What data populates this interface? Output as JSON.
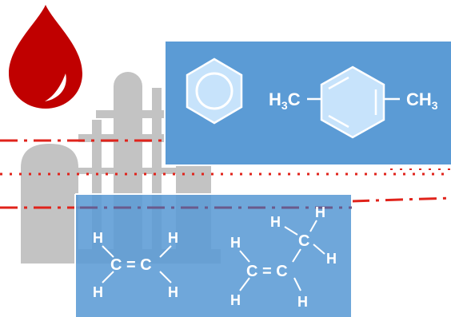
{
  "colors": {
    "drop": "#c00000",
    "plant": "#c3c3c3",
    "panel": "#5b9bd5",
    "line_red": "#e0231b",
    "line_purple": "#6a5a8c",
    "ring_fill": "#c7e3fb",
    "label": "#ffffff"
  },
  "icons": {
    "drop": "oil-drop-icon",
    "refinery": "refinery-icon",
    "benzene": "benzene-ring-icon",
    "paraxylene": "para-xylene-structure",
    "ethylene": "ethylene-structure",
    "propylene": "propylene-structure"
  },
  "top_panel": {
    "paraxylene": {
      "left_group": {
        "base": "H",
        "sub": "3",
        "tail": "C"
      },
      "right_group": {
        "base": "CH",
        "sub": "3"
      }
    }
  },
  "bottom_panel": {
    "ethylene": {
      "h": "H",
      "backbone": "C = C"
    },
    "propylene": {
      "h": "H",
      "backbone": "C = C",
      "methyl_carbon": "C"
    }
  }
}
